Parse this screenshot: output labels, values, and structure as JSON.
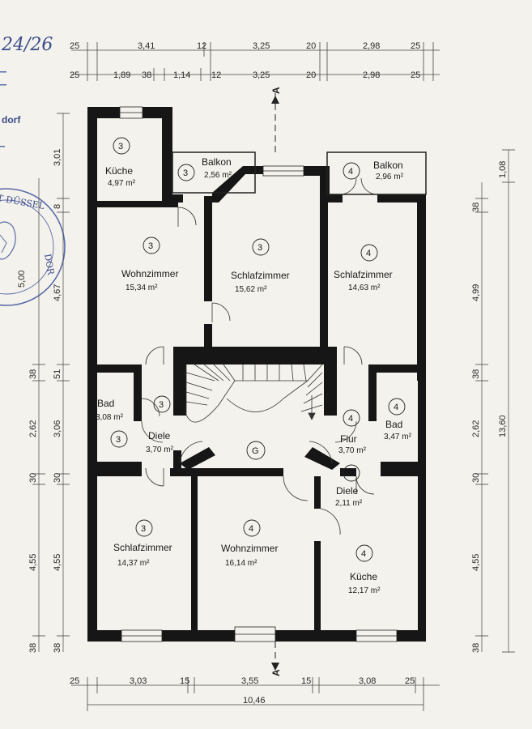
{
  "annotation": {
    "handwritten": "24/26",
    "corner_text": "dorf"
  },
  "stamp": {
    "text_top": "T DÜSSEL",
    "text_right": "DOR"
  },
  "section_marker": "A",
  "top_dims_row1": [
    "25",
    "3,41",
    "12",
    "3,25",
    "20",
    "2,98",
    "25"
  ],
  "top_dims_row2": [
    "25",
    "1,89",
    "38",
    "1,14",
    "12",
    "3,25",
    "20",
    "2,98",
    "25"
  ],
  "bottom_dims_row": [
    "25",
    "3,03",
    "15",
    "3,55",
    "15",
    "3,08",
    "25"
  ],
  "bottom_total": "10,46",
  "left_outer_dims": [
    "3,01",
    "8",
    "4,67",
    "51",
    "3,06",
    "30",
    "4,55",
    "38"
  ],
  "left_inner_dims": [
    "5,00",
    "38",
    "2,62",
    "30",
    "4,55",
    "38"
  ],
  "right_inner_dims": [
    "1,08",
    "38",
    "4,99",
    "38",
    "2,62",
    "30",
    "4,55",
    "38"
  ],
  "right_total": "13,60",
  "rooms": [
    {
      "id": "kueche3",
      "name": "Küche",
      "area": "4,97 m²",
      "unit": "3"
    },
    {
      "id": "balkon3",
      "name": "Balkon",
      "area": "2,56 m²",
      "unit": "3"
    },
    {
      "id": "balkon4",
      "name": "Balkon",
      "area": "2,96 m²",
      "unit": "4"
    },
    {
      "id": "wohn3",
      "name": "Wohnzimmer",
      "area": "15,34 m²",
      "unit": "3"
    },
    {
      "id": "schlaf3a",
      "name": "Schlafzimmer",
      "area": "15,62 m²",
      "unit": "3"
    },
    {
      "id": "schlaf4a",
      "name": "Schlafzimmer",
      "area": "14,63 m²",
      "unit": "4"
    },
    {
      "id": "bad3",
      "name": "Bad",
      "area": "3,08 m²",
      "unit": "3"
    },
    {
      "id": "diele3",
      "name": "Diele",
      "area": "3,70 m²",
      "unit": "3"
    },
    {
      "id": "flur4",
      "name": "Flur",
      "area": "3,70 m²",
      "unit": "4"
    },
    {
      "id": "bad4",
      "name": "Bad",
      "area": "3,47 m²",
      "unit": "4"
    },
    {
      "id": "diele4",
      "name": "Diele",
      "area": "2,11 m²",
      "unit": "4"
    },
    {
      "id": "schlaf3b",
      "name": "Schlafzimmer",
      "area": "14,37 m²",
      "unit": "3"
    },
    {
      "id": "wohn4",
      "name": "Wohnzimmer",
      "area": "16,14 m²",
      "unit": "4"
    },
    {
      "id": "kueche4",
      "name": "Küche",
      "area": "12,17 m²",
      "unit": "4"
    }
  ],
  "stair_label": "G"
}
